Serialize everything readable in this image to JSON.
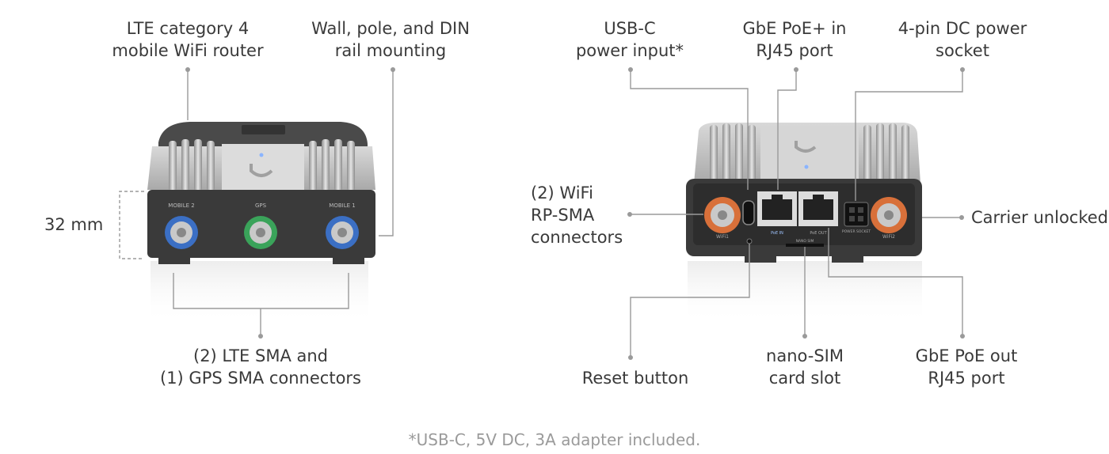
{
  "left_view": {
    "label_router": [
      "LTE category 4",
      "mobile WiFi router"
    ],
    "label_mounting": [
      "Wall, pole, and DIN",
      "rail mounting"
    ],
    "label_height": "32 mm",
    "label_connectors": [
      "(2) LTE SMA and",
      "(1) GPS SMA connectors"
    ],
    "port_labels": [
      "MOBILE 2",
      "GPS",
      "MOBILE 1"
    ],
    "connector_colors": [
      "#3b6fc4",
      "#3aa35a",
      "#3b6fc4"
    ]
  },
  "right_view": {
    "label_usbc": [
      "USB-C",
      "power input*"
    ],
    "label_poe_in": [
      "GbE PoE+ in",
      "RJ45 port"
    ],
    "label_dc": [
      "4-pin DC power",
      "socket"
    ],
    "label_wifi": [
      "(2) WiFi",
      "RP-SMA",
      "connectors"
    ],
    "label_carrier": "Carrier unlocked",
    "label_reset": "Reset button",
    "label_sim": [
      "nano-SIM",
      "card slot"
    ],
    "label_poe_out": [
      "GbE PoE out",
      "RJ45 port"
    ],
    "port_labels": [
      "WiFi1",
      "PoE IN",
      "PoE OUT",
      "POWER SOCKET",
      "WiFi2",
      "NANO SIM"
    ],
    "connector_color": "#d8703a"
  },
  "footnote": "*USB-C, 5V DC, 3A adapter included."
}
